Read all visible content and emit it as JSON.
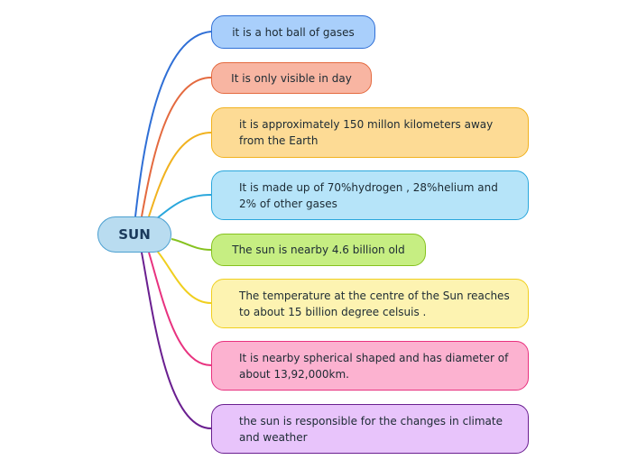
{
  "central": {
    "label": "SUN",
    "color": "#4a9fd0"
  },
  "branches": [
    {
      "text": "it is a hot ball of gases",
      "color": "#2f6fd6",
      "fill": "#a9cffb"
    },
    {
      "text": "It is only visible in day",
      "color": "#e46a3f",
      "fill": "#f8b5a2"
    },
    {
      "text": "it is approximately 150 millon kilometers away from the Earth",
      "color": "#f1b21f",
      "fill": "#fddb95"
    },
    {
      "text": "It is made up of 70%hydrogen , 28%helium and 2% of other gases",
      "color": "#2aa7dc",
      "fill": "#b6e4f9"
    },
    {
      "text": "The sun is nearby 4.6 billion old",
      "color": "#86c21f",
      "fill": "#c6ee82"
    },
    {
      "text": "The temperature at the centre of the Sun reaches to about 15 billion degree celsuis .",
      "color": "#f0cf1f",
      "fill": "#fdf3b1"
    },
    {
      "text": "It is nearby spherical shaped and has diameter of about 13,92,000km.",
      "color": "#e8327f",
      "fill": "#fcb2d0"
    },
    {
      "text": "the sun is responsible for the changes in climate and weather",
      "color": "#6a1f90",
      "fill": "#e8c4fb"
    }
  ]
}
